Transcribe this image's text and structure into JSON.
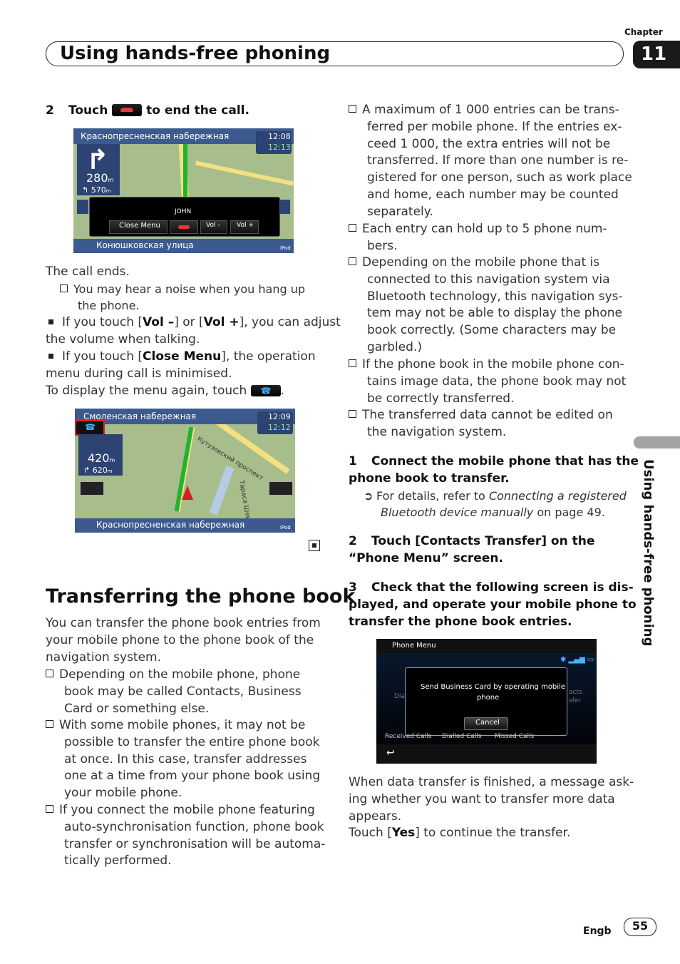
{
  "header": {
    "chapter_label": "Chapter",
    "chapter_number": "11",
    "title": "Using hands-free phoning",
    "side_tab": "Using hands-free phoning"
  },
  "left": {
    "step2_num": "2",
    "step2_pre": "Touch",
    "step2_post": "to end the call.",
    "screen1": {
      "street_top": "Краснопресненская набережная",
      "time1": "12:08",
      "time2": "12:13",
      "distance": "280",
      "distance_unit": "m",
      "distance2": "570",
      "distance2_unit": "m",
      "caller": "JOHN",
      "btn_close": "Close Menu",
      "btn_vol_minus": "Vol -",
      "btn_vol_plus": "Vol +",
      "street_bottom": "Конюшковская улица",
      "ipod": "iPod"
    },
    "call_ends": "The call ends.",
    "note_noise_1": "You may hear a noise when you hang up",
    "note_noise_2": "the phone.",
    "vol_line1_a": "If you touch [",
    "vol_minus": "Vol –",
    "vol_line1_b": "] or [",
    "vol_plus": "Vol +",
    "vol_line1_c": "], you can adjust",
    "vol_line2": "the volume when talking.",
    "close_line1_a": "If you touch [",
    "close_menu": "Close Menu",
    "close_line1_b": "], the operation",
    "close_line2": "menu during call is minimised.",
    "display_again": "To display the menu again, touch",
    "display_again_end": ".",
    "screen2": {
      "street_top": "Смоленская набережная",
      "time1": "12:09",
      "time2": "12:12",
      "distance": "420",
      "distance_unit": "m",
      "distance2": "620",
      "distance2_unit": "m",
      "road1": "Кутузовский проспект",
      "road2": "Тараса Шевч",
      "street_bottom": "Краснопресненская набережная",
      "ipod": "iPod"
    },
    "section_title": "Transferring the phone book",
    "intro": [
      "You can transfer the phone book entries from",
      "your mobile phone to the phone book of the",
      "navigation system."
    ],
    "bullets": [
      [
        "Depending on the mobile phone, phone",
        "book may be called Contacts, Business",
        "Card or something else."
      ],
      [
        "With some mobile phones, it may not be",
        "possible to transfer the entire phone book",
        "at once. In this case, transfer addresses",
        "one at a time from your phone book using",
        "your mobile phone."
      ],
      [
        "If you connect the mobile phone featuring",
        "auto-synchronisation function, phone book",
        "transfer or synchronisation will be automa-",
        "tically performed."
      ]
    ]
  },
  "right": {
    "bullets": [
      [
        "A maximum of 1 000 entries can be trans-",
        "ferred per mobile phone. If the entries ex-",
        "ceed 1 000, the extra entries will not be",
        "transferred. If more than one number is re-",
        "gistered for one person, such as work place",
        "and home, each number may be counted",
        "separately."
      ],
      [
        "Each entry can hold up to 5 phone num-",
        "bers."
      ],
      [
        "Depending on the mobile phone that is",
        "connected to this navigation system via",
        "Bluetooth technology, this navigation sys-",
        "tem may not be able to display the phone",
        "book correctly. (Some characters may be",
        "garbled.)"
      ],
      [
        "If the phone book in the mobile phone con-",
        "tains image data, the phone book may not",
        "be correctly transferred."
      ],
      [
        "The transferred data cannot be edited on",
        "the navigation system."
      ]
    ],
    "step1_num": "1",
    "step1_line1": "Connect the mobile phone that has the",
    "step1_line2": "phone book to transfer.",
    "ref_pre": "For details, refer to",
    "ref_italic1": "Connecting a registered",
    "ref_italic2": "Bluetooth device manually",
    "ref_post": "on page 49.",
    "step2_num": "2",
    "step2_line1": "Touch [Contacts Transfer] on the",
    "step2_line2": "“Phone Menu” screen.",
    "step3_num": "3",
    "step3_line1": "Check that the following screen is dis-",
    "step3_line2": "played, and operate your mobile phone to",
    "step3_line3": "transfer the phone book entries.",
    "screen3": {
      "title": "Phone Menu",
      "msg1": "Send Business Card by operating mobile",
      "msg2": "phone",
      "cancel": "Cancel",
      "received": "Received Calls",
      "dialed": "Dialled Calls",
      "missed": "Missed Calls",
      "side_left": "Dia",
      "side_right1": "acts",
      "side_right2": "sfer"
    },
    "finish": [
      "When data transfer is finished, a message ask-",
      "ing whether you want to transfer more data",
      "appears."
    ],
    "yes_pre": "Touch [",
    "yes": "Yes",
    "yes_post": "] to continue the transfer."
  },
  "footer": {
    "lang": "Engb",
    "page": "55"
  }
}
